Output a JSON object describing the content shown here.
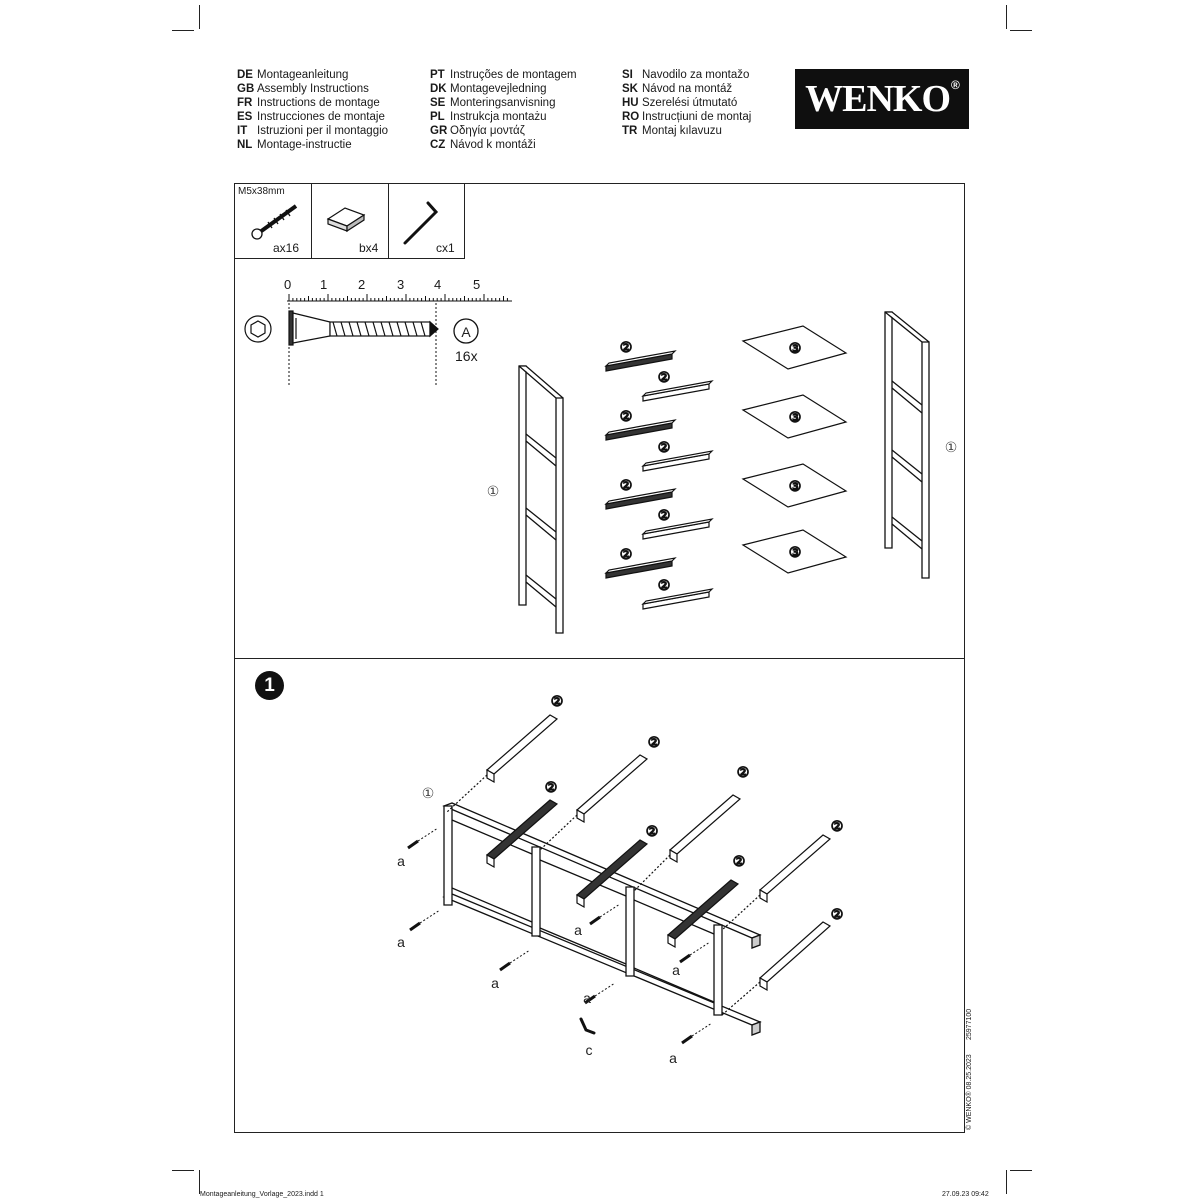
{
  "languages": {
    "col1": [
      {
        "code": "DE",
        "text": "Montageanleitung"
      },
      {
        "code": "GB",
        "text": "Assembly Instructions"
      },
      {
        "code": "FR",
        "text": "Instructions de montage"
      },
      {
        "code": "ES",
        "text": "Instrucciones de montaje"
      },
      {
        "code": "IT",
        "text": "Istruzioni per il montaggio"
      },
      {
        "code": "NL",
        "text": "Montage-instructie"
      }
    ],
    "col2": [
      {
        "code": "PT",
        "text": "Instruções de montagem"
      },
      {
        "code": "DK",
        "text": "Montagevejledning"
      },
      {
        "code": "SE",
        "text": "Monteringsanvisning"
      },
      {
        "code": "PL",
        "text": "Instrukcja montażu"
      },
      {
        "code": "GR",
        "text": "Οδηγία μοντάζ"
      },
      {
        "code": "CZ",
        "text": "Návod k montáži"
      }
    ],
    "col3": [
      {
        "code": "SI",
        "text": "Navodilo za montažo"
      },
      {
        "code": "SK",
        "text": "Návod na montáž"
      },
      {
        "code": "HU",
        "text": "Szerelési útmutató"
      },
      {
        "code": "RO",
        "text": "Instrucțiuni de montaj"
      },
      {
        "code": "TR",
        "text": "Montaj kılavuzu"
      }
    ]
  },
  "brand": {
    "name": "WENKO",
    "registered": "®"
  },
  "parts": {
    "screw_spec": "M5x38mm",
    "a": "ax16",
    "b": "bx4",
    "c": "cx1"
  },
  "ruler": {
    "ticks": [
      "0",
      "1",
      "2",
      "3",
      "4",
      "5"
    ],
    "callout": "A",
    "qty": "16x"
  },
  "overview": {
    "frame_ref": "①",
    "bar_ref": "②",
    "shelf_ref": "③"
  },
  "step1": {
    "number": "1",
    "frame_ref": "①",
    "bar_ref": "②",
    "screw_label": "a",
    "tool_label": "c"
  },
  "side_text": {
    "copyright": "© WENKO® 08.25.2023",
    "code": "25977100"
  },
  "footer": {
    "file": "Montageanleitung_Vorlage_2023.indd  1",
    "timestamp": "27.09.23   09:42"
  },
  "colors": {
    "ink": "#1a1a1a",
    "logo_bg": "#0f0f0f"
  }
}
